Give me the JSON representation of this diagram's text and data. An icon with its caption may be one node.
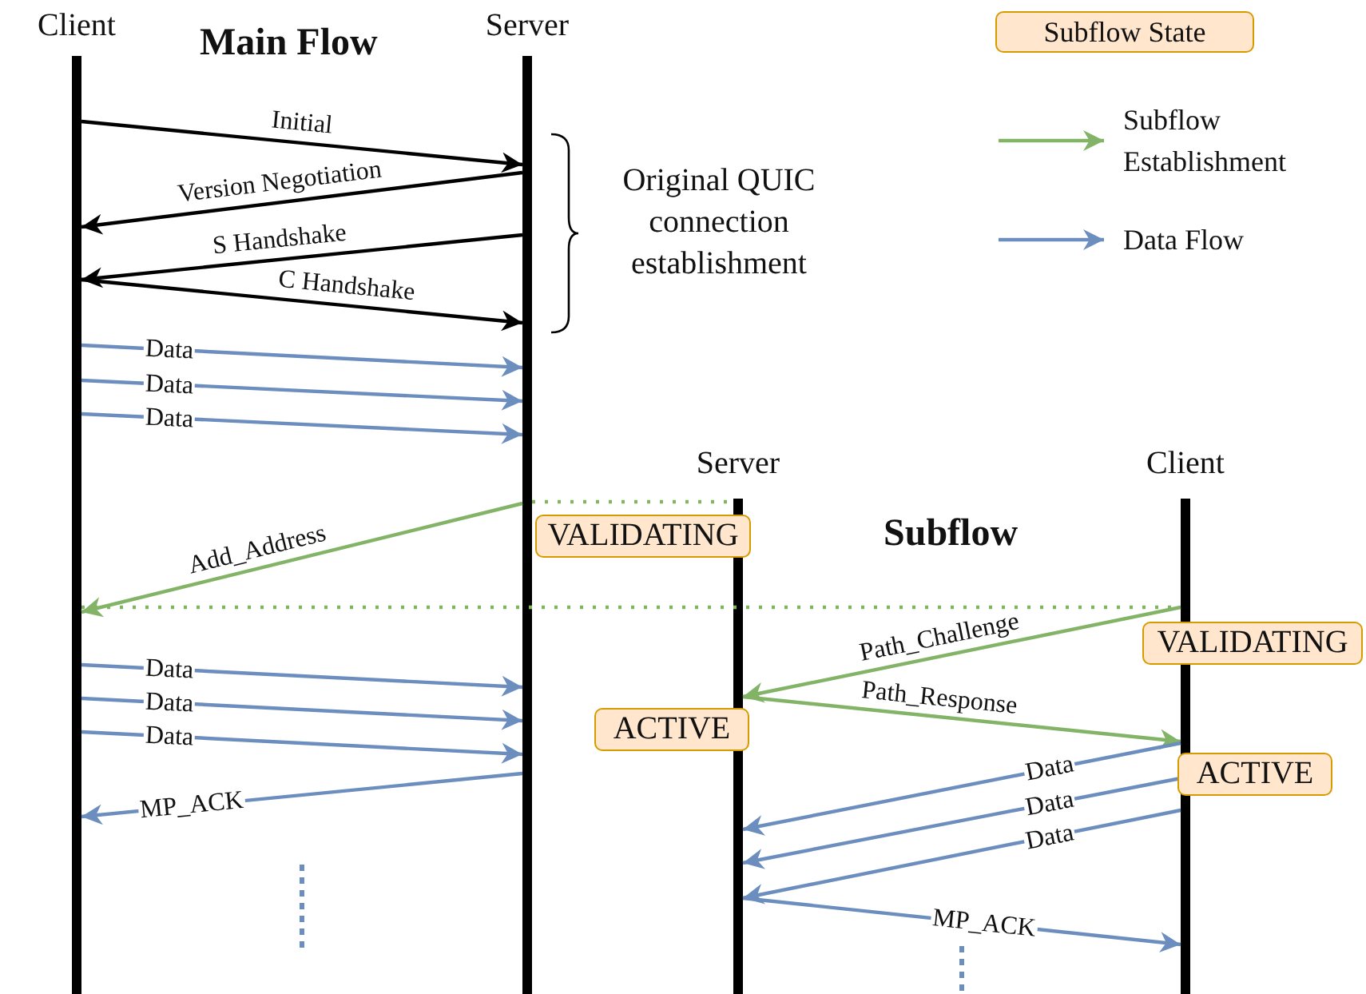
{
  "diagram": {
    "nodes": [
      {
        "text": [
          "Client"
        ]
      },
      {
        "text": [
          "Server"
        ]
      },
      {
        "text": [
          "Server"
        ]
      },
      {
        "text": [
          "Client"
        ]
      },
      {
        "text": [
          "VALIDATING"
        ]
      },
      {
        "text": [
          "VALIDATING"
        ]
      },
      {
        "text": [
          "ACTIVE"
        ]
      },
      {
        "text": [
          "ACTIVE"
        ]
      }
    ],
    "edges": [
      {
        "from": 0,
        "to": 1,
        "arrow": "to",
        "label": "Initial",
        "color": "#000000"
      },
      {
        "from": 1,
        "to": 0,
        "arrow": "to",
        "label": "Version Negotiation",
        "color": "#000000"
      },
      {
        "from": 1,
        "to": 0,
        "arrow": "to",
        "label": "S  Handshake",
        "color": "#000000"
      },
      {
        "from": 0,
        "to": 1,
        "arrow": "to",
        "label": "C  Handshake",
        "color": "#000000"
      },
      {
        "from": 0,
        "to": 1,
        "arrow": "to",
        "label": "Data"
      },
      {
        "from": 0,
        "to": 1,
        "arrow": "to",
        "label": "Data"
      },
      {
        "from": 0,
        "to": 1,
        "arrow": "to",
        "label": "Data"
      },
      {
        "from": 1,
        "to": 2,
        "arrow": "none",
        "style": "dashed",
        "color": "#82b366"
      },
      {
        "from": 1,
        "to": 0,
        "arrow": "to",
        "label": "Add_Address",
        "color": "#82b366"
      },
      {
        "from": 0,
        "to": 3,
        "arrow": "none",
        "style": "dashed",
        "color": "#82b366"
      },
      {
        "from": 0,
        "to": 1,
        "arrow": "to",
        "label": "Data"
      },
      {
        "from": 0,
        "to": 1,
        "arrow": "to",
        "label": "Data"
      },
      {
        "from": 0,
        "to": 1,
        "arrow": "to",
        "label": "Data"
      },
      {
        "from": 1,
        "to": 0,
        "arrow": "to",
        "label": "MP_ACK"
      },
      {
        "from": 3,
        "to": 2,
        "arrow": "to",
        "label": "Path_Challenge",
        "color": "#82b366"
      },
      {
        "from": 2,
        "to": 3,
        "arrow": "to",
        "label": "Path_Response",
        "color": "#82b366"
      },
      {
        "from": 3,
        "to": 2,
        "arrow": "to",
        "label": "Data"
      },
      {
        "from": 3,
        "to": 2,
        "arrow": "to",
        "label": "Data"
      },
      {
        "from": 3,
        "to": 2,
        "arrow": "to",
        "label": "Data"
      },
      {
        "from": 2,
        "to": 3,
        "arrow": "to",
        "label": "MP_ACK"
      }
    ],
    "labels": [
      "Main Flow",
      "Original QUIC connection establishment",
      "Subflow"
    ],
    "legend": [
      {
        "text": "Subflow State",
        "color": "#ffe6cc"
      },
      {
        "text": "Subflow Establishment"
      },
      {
        "text": "Data Flow"
      }
    ]
  }
}
